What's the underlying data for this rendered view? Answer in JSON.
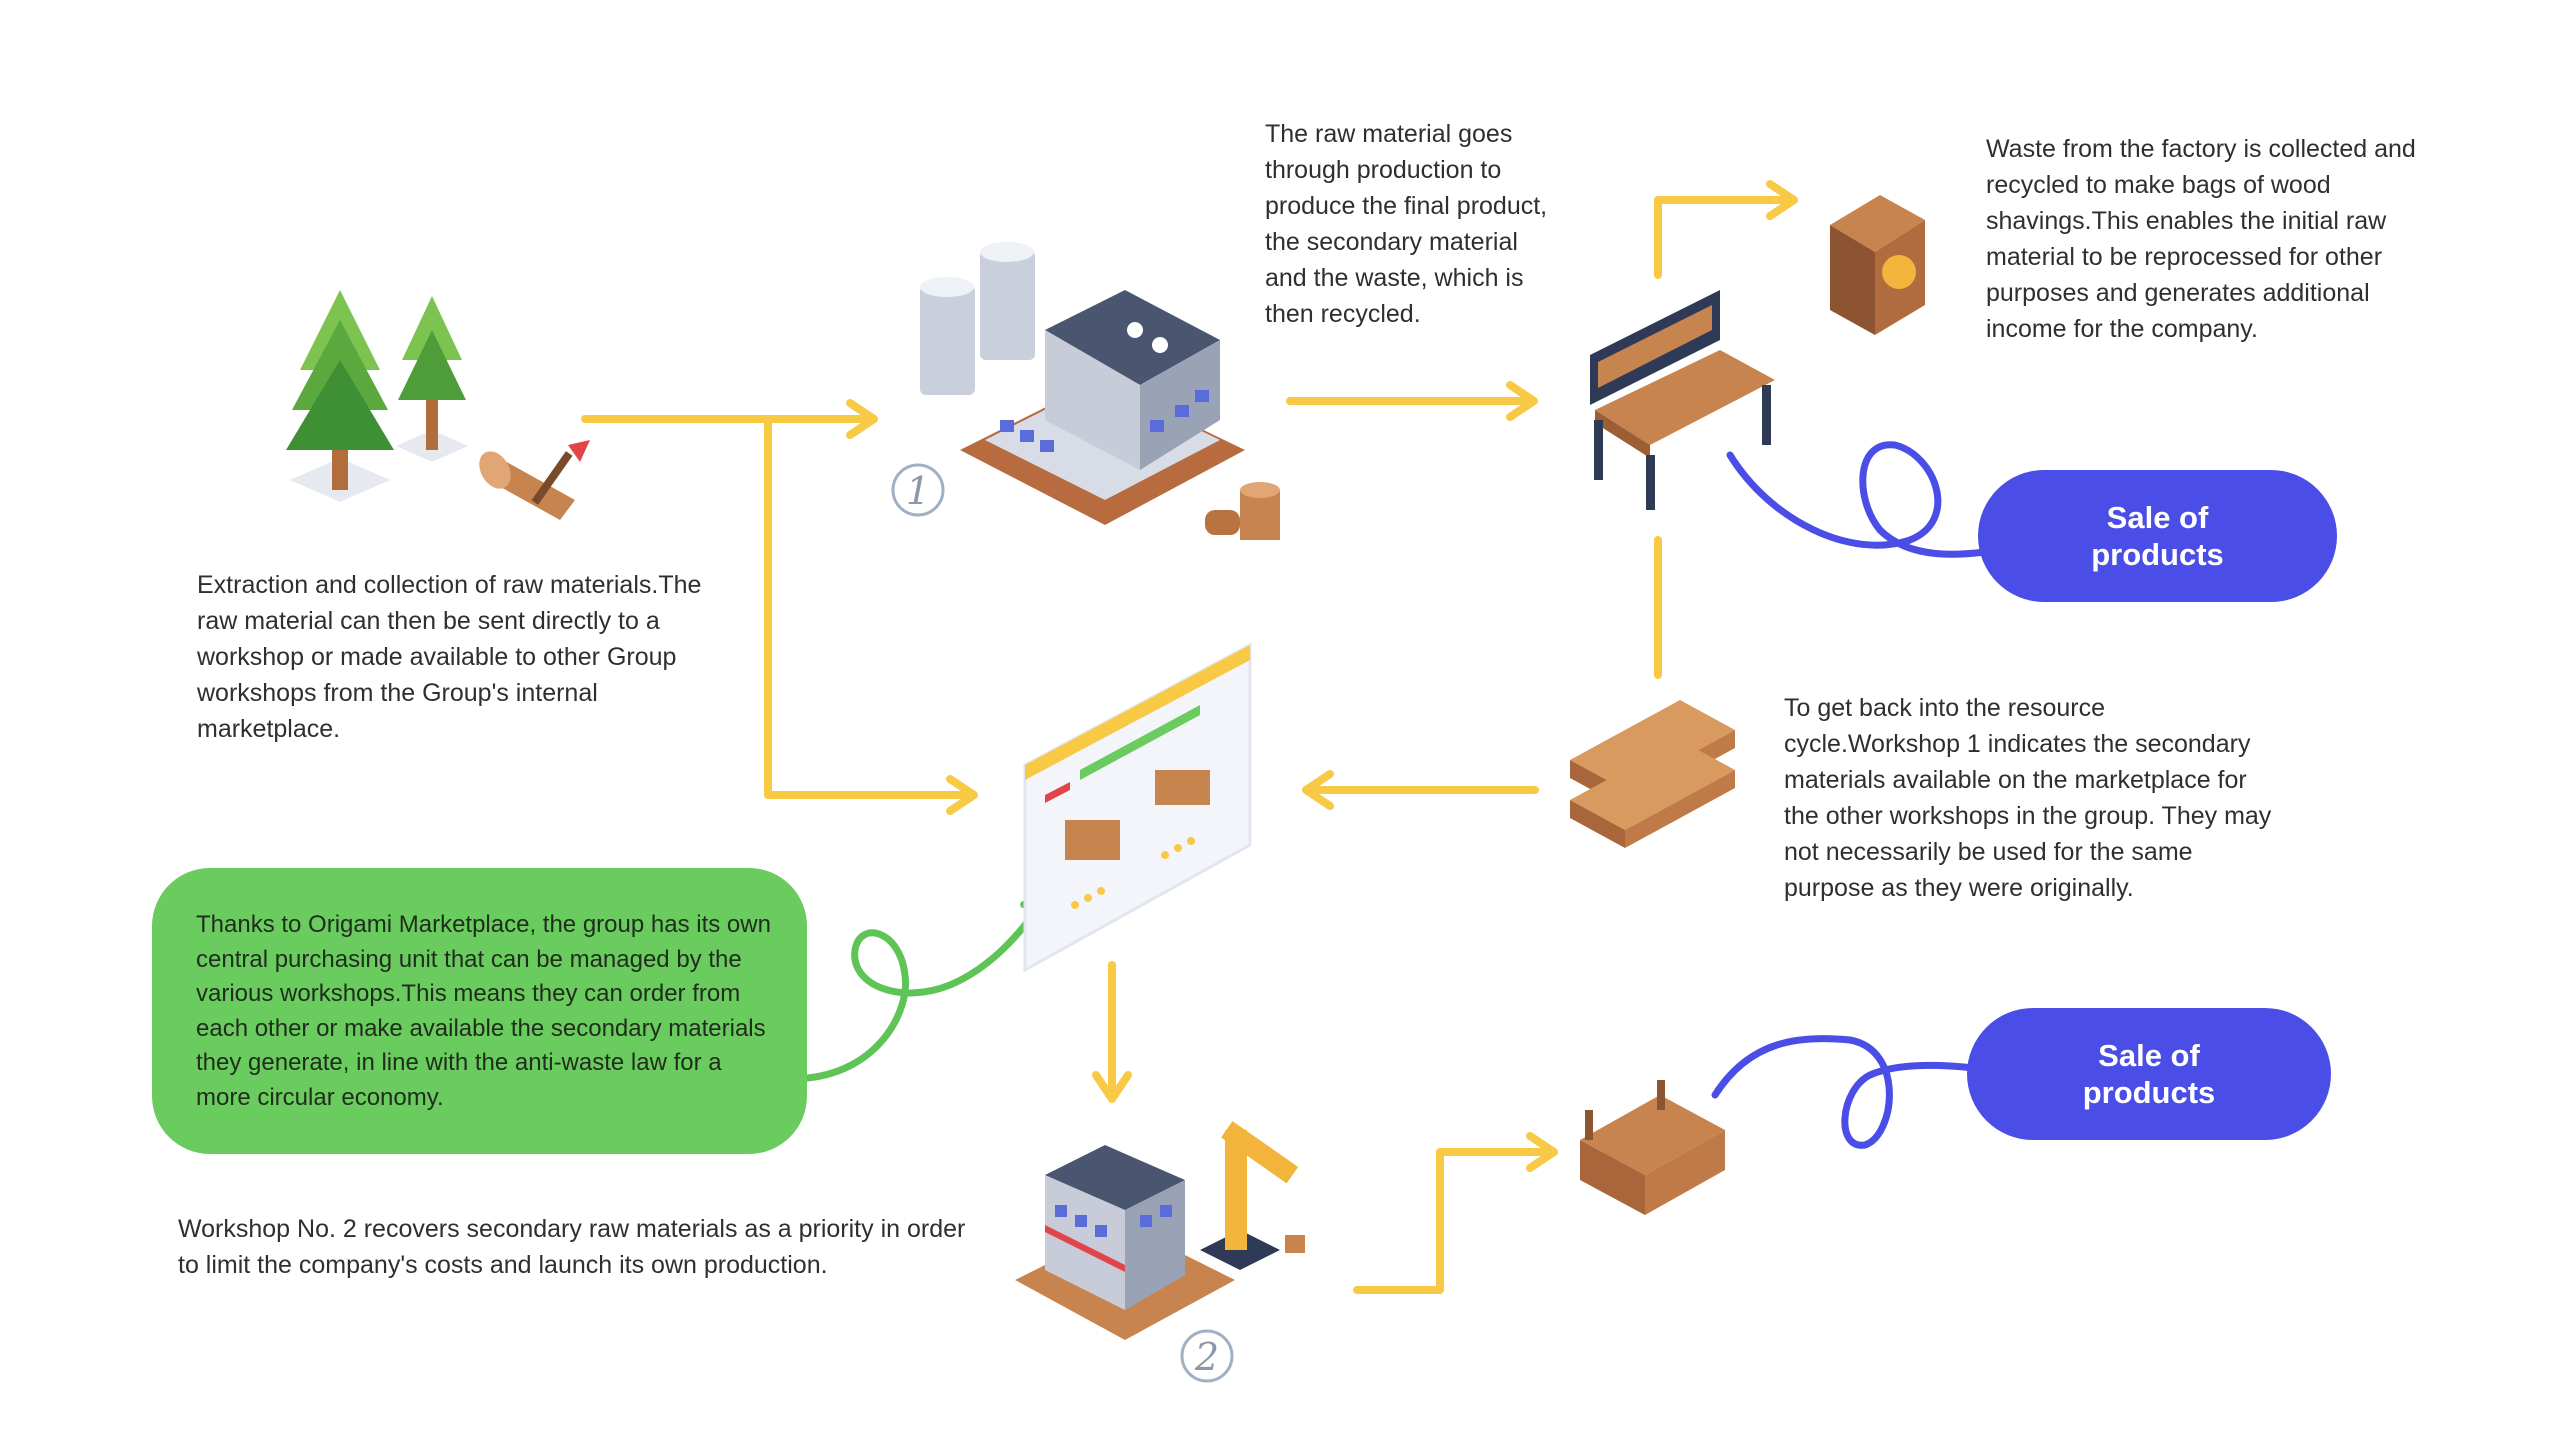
{
  "texts": {
    "extraction": "Extraction and collection of raw materials.The raw material can then be sent directly to a workshop or made available to other Group workshops from the Group's internal marketplace.",
    "production": "The raw material goes through production to produce the final product, the secondary material and the waste, which is then recycled.",
    "waste": "Waste from the factory is collected and recycled to make bags of wood shavings.This enables the initial raw material to be reprocessed for other purposes and generates additional income for the company.",
    "resource_cycle": "To get back into the resource cycle.Workshop 1 indicates the secondary materials available on the marketplace for the other workshops in the group. They may not necessarily be used for the same purpose as they were originally.",
    "marketplace": "Thanks to Origami Marketplace, the group has its own central purchasing unit that can be managed by the various workshops.This means they can order from each other or make available the secondary materials they generate, in line with the anti-waste law for a more circular economy.",
    "workshop2": "Workshop No. 2 recovers secondary raw materials as a priority in order to limit the company's costs and launch its own production."
  },
  "sale_pill_1": {
    "line1": "Sale of",
    "line2": "products"
  },
  "sale_pill_2": {
    "line1": "Sale of",
    "line2": "products"
  },
  "badge_1": "1",
  "badge_2": "2",
  "colors": {
    "arrow": "#f7c945",
    "pill": "#4a4ee6",
    "green_box": "#6acb5e",
    "wood": "#c8844f",
    "curl": "#4a4ee6",
    "green_curl": "#5fc456"
  },
  "icons": [
    "tree-icon",
    "log-axe-icon",
    "factory-1-icon",
    "bench-icon",
    "wood-shavings-bag-icon",
    "wood-planks-icon",
    "marketplace-screen-icon",
    "factory-2-icon",
    "robot-arm-icon",
    "wooden-crate-icon"
  ]
}
